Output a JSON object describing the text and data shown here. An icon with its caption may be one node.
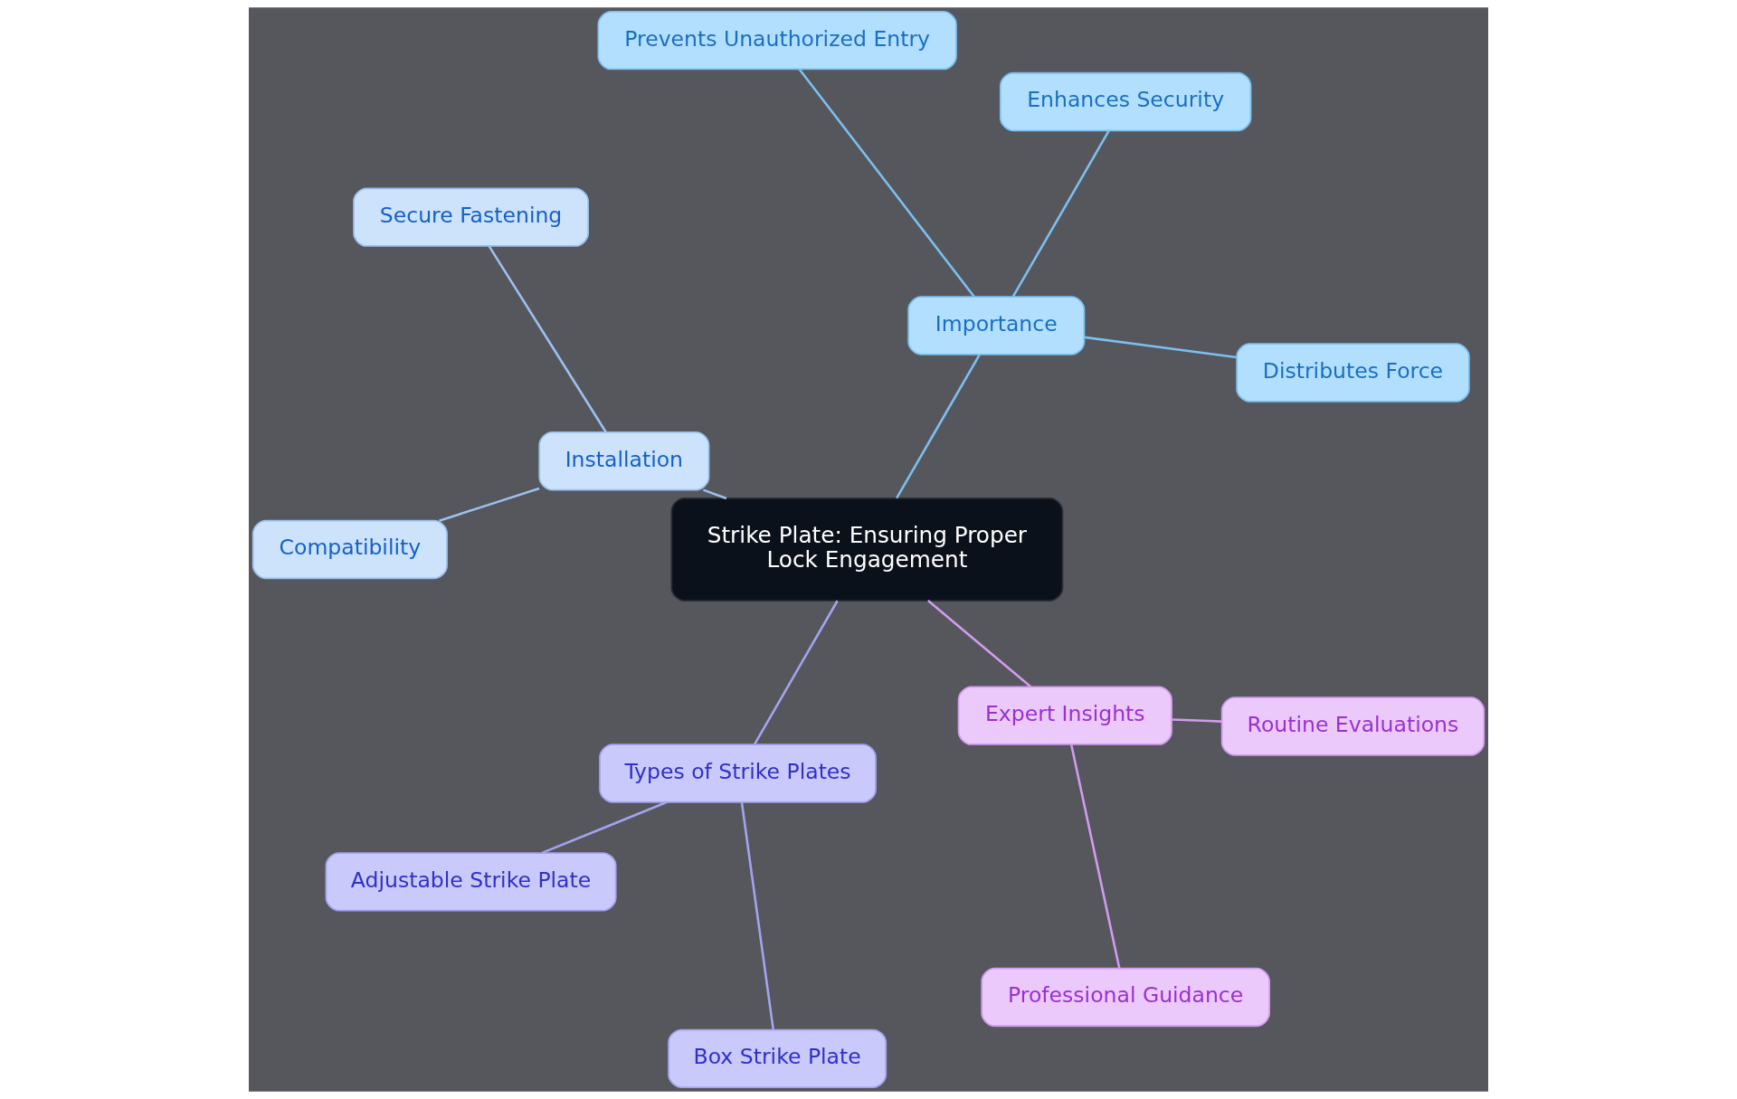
{
  "diagram": {
    "nodes": [
      {
        "text": [
          "Strike Plate: Ensuring Proper Lock Engagement"
        ]
      },
      {
        "text": [
          "Importance"
        ]
      },
      {
        "text": [
          "Distributes Force"
        ]
      },
      {
        "text": [
          "Enhances Security"
        ]
      },
      {
        "text": [
          "Prevents Unauthorized Entry"
        ]
      },
      {
        "text": [
          "Installation"
        ]
      },
      {
        "text": [
          "Secure Fastening"
        ]
      },
      {
        "text": [
          "Compatibility"
        ]
      },
      {
        "text": [
          "Types of Strike Plates"
        ]
      },
      {
        "text": [
          "Adjustable Strike Plate"
        ]
      },
      {
        "text": [
          "Box Strike Plate"
        ]
      },
      {
        "text": [
          "Expert Insights"
        ]
      },
      {
        "text": [
          "Professional Guidance"
        ]
      },
      {
        "text": [
          "Routine Evaluations"
        ]
      }
    ],
    "edges": [
      {
        "from": 0,
        "to": 1,
        "arrow": "none",
        "color": "#7cc0f0"
      },
      {
        "from": 1,
        "to": 2,
        "arrow": "none",
        "color": "#7cc0f0"
      },
      {
        "from": 1,
        "to": 3,
        "arrow": "none",
        "color": "#7cc0f0"
      },
      {
        "from": 1,
        "to": 4,
        "arrow": "none",
        "color": "#7cc0f0"
      },
      {
        "from": 0,
        "to": 5,
        "arrow": "none",
        "color": "#9cc0ee"
      },
      {
        "from": 5,
        "to": 6,
        "arrow": "none",
        "color": "#9cc0ee"
      },
      {
        "from": 5,
        "to": 7,
        "arrow": "none",
        "color": "#9cc0ee"
      },
      {
        "from": 0,
        "to": 8,
        "arrow": "none",
        "color": "#a3a3f0"
      },
      {
        "from": 8,
        "to": 9,
        "arrow": "none",
        "color": "#a3a3f0"
      },
      {
        "from": 8,
        "to": 10,
        "arrow": "none",
        "color": "#a3a3f0"
      },
      {
        "from": 0,
        "to": 11,
        "arrow": "none",
        "color": "#d29bf0"
      },
      {
        "from": 11,
        "to": 12,
        "arrow": "none",
        "color": "#d29bf0"
      },
      {
        "from": 11,
        "to": 13,
        "arrow": "none",
        "color": "#d29bf0"
      }
    ]
  }
}
